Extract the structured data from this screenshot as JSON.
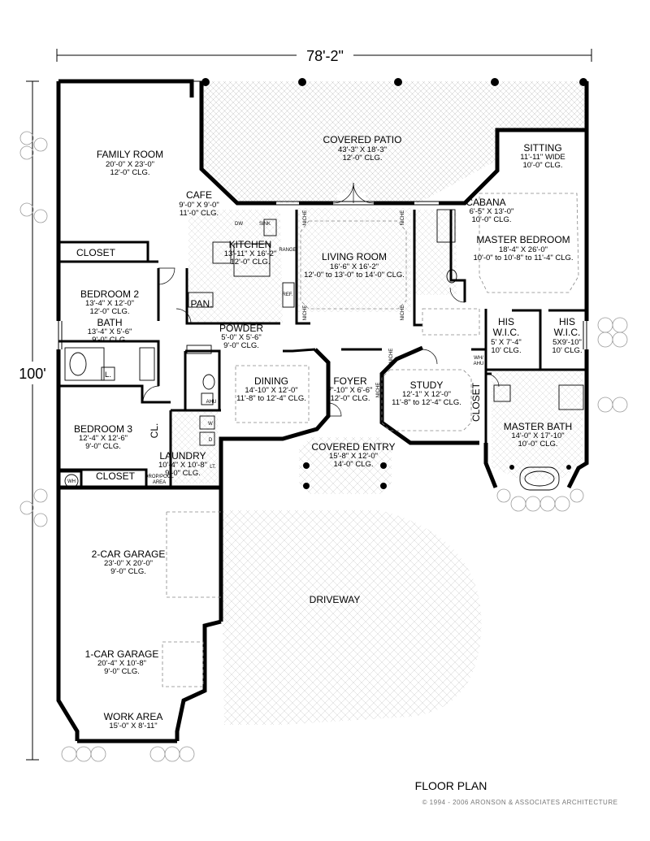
{
  "dimensions": {
    "width": "78'-2\"",
    "depth": "100'"
  },
  "rooms": [
    {
      "id": "covered-patio",
      "name": "COVERED PATIO",
      "dims": "43'-3\" X 18'-3\"",
      "ceiling": "12'-0\" CLG."
    },
    {
      "id": "family-room",
      "name": "FAMILY ROOM",
      "dims": "20'-0\" X 23'-0\"",
      "ceiling": "12'-0\" CLG."
    },
    {
      "id": "sitting",
      "name": "SITTING",
      "dims": "11'-11\" WIDE",
      "ceiling": "10'-0\" CLG."
    },
    {
      "id": "cafe",
      "name": "CAFE",
      "dims": "9'-0\" X 9'-0\"",
      "ceiling": "11'-0\" CLG."
    },
    {
      "id": "cabana",
      "name": "CABANA",
      "dims": "6'-5\" X 13'-0\"",
      "ceiling": "10'-0\" CLG."
    },
    {
      "id": "kitchen",
      "name": "KITCHEN",
      "dims": "13'-11\" X 16'-2\"",
      "ceiling": "12'-0\" CLG."
    },
    {
      "id": "living-room",
      "name": "LIVING ROOM",
      "dims": "16'-6\" X 16'-2\"",
      "ceiling": "12'-0\" to 13'-0\" to 14'-0\" CLG."
    },
    {
      "id": "master-bedroom",
      "name": "MASTER BEDROOM",
      "dims": "18'-4\" X 26'-0\"",
      "ceiling": "10'-0\" to 10'-8\" to 11'-4\" CLG."
    },
    {
      "id": "bedroom-2",
      "name": "BEDROOM 2",
      "dims": "13'-4\" X 12'-0\"",
      "ceiling": "12'-0\" CLG."
    },
    {
      "id": "bath",
      "name": "BATH",
      "dims": "13'-4\" X 5'-6\"",
      "ceiling": "9'-0\" CLG."
    },
    {
      "id": "powder",
      "name": "POWDER",
      "dims": "5'-0\" X 5'-6\"",
      "ceiling": "9'-0\" CLG."
    },
    {
      "id": "his-wic-1",
      "name": "HIS",
      "name2": "W.I.C.",
      "dims": "5' X 7'-4\"",
      "ceiling": "10' CLG."
    },
    {
      "id": "his-wic-2",
      "name": "HIS",
      "name2": "W.I.C.",
      "dims": "5X9'-10\"",
      "ceiling": "10' CLG."
    },
    {
      "id": "dining",
      "name": "DINING",
      "dims": "14'-10\" X 12'-0\"",
      "ceiling": "11'-8\" to 12'-4\" CLG."
    },
    {
      "id": "foyer",
      "name": "FOYER",
      "dims": "7'-10\" X 6'-6\"",
      "ceiling": "12'-0\" CLG."
    },
    {
      "id": "study",
      "name": "STUDY",
      "dims": "12'-1\" X 12'-0\"",
      "ceiling": "11'-8\" to 12'-4\" CLG."
    },
    {
      "id": "bedroom-3",
      "name": "BEDROOM 3",
      "dims": "12'-4\" X 12'-6\"",
      "ceiling": "9'-0\" CLG."
    },
    {
      "id": "laundry",
      "name": "LAUNDRY",
      "dims": "10'-4\" X 10'-8\"",
      "ceiling": "9'-0\" CLG."
    },
    {
      "id": "master-bath",
      "name": "MASTER BATH",
      "dims": "14'-0\" X 17'-10\"",
      "ceiling": "10'-0\" CLG."
    },
    {
      "id": "covered-entry",
      "name": "COVERED ENTRY",
      "dims": "15'-8\" X 12'-0\"",
      "ceiling": "14'-0\" CLG."
    },
    {
      "id": "two-car-garage",
      "name": "2-CAR GARAGE",
      "dims": "23'-0\" X 20'-0\"",
      "ceiling": "9'-0\" CLG."
    },
    {
      "id": "one-car-garage",
      "name": "1-CAR GARAGE",
      "dims": "20'-4\" X 10'-8\"",
      "ceiling": "9'-0\" CLG."
    },
    {
      "id": "work-area",
      "name": "WORK AREA",
      "dims": "15'-0\" X 8'-11\""
    }
  ],
  "labels": {
    "closet_bed2": "CLOSET",
    "closet_bed3": "CLOSET",
    "closet_study": "CLOSET",
    "cl": "CL.",
    "pan": "PAN.",
    "linen": "L.",
    "lt": "LT.",
    "driveway": "DRIVEWAY",
    "niche": "NICHE",
    "dw": "DW",
    "sink": "SINK",
    "range": "RANGE",
    "ref": "REF.",
    "ahu": "AHU",
    "wh": "WH",
    "wh_ahu_1": "WH/",
    "wh_ahu_2": "AHU",
    "w": "W",
    "d": "D",
    "drop_area_1": "DROP/POOL",
    "drop_area_2": "AREA"
  },
  "footer": {
    "title": "FLOOR PLAN",
    "copyright": "© 1994 - 2006 ARONSON & ASSOCIATES ARCHITECTURE"
  }
}
